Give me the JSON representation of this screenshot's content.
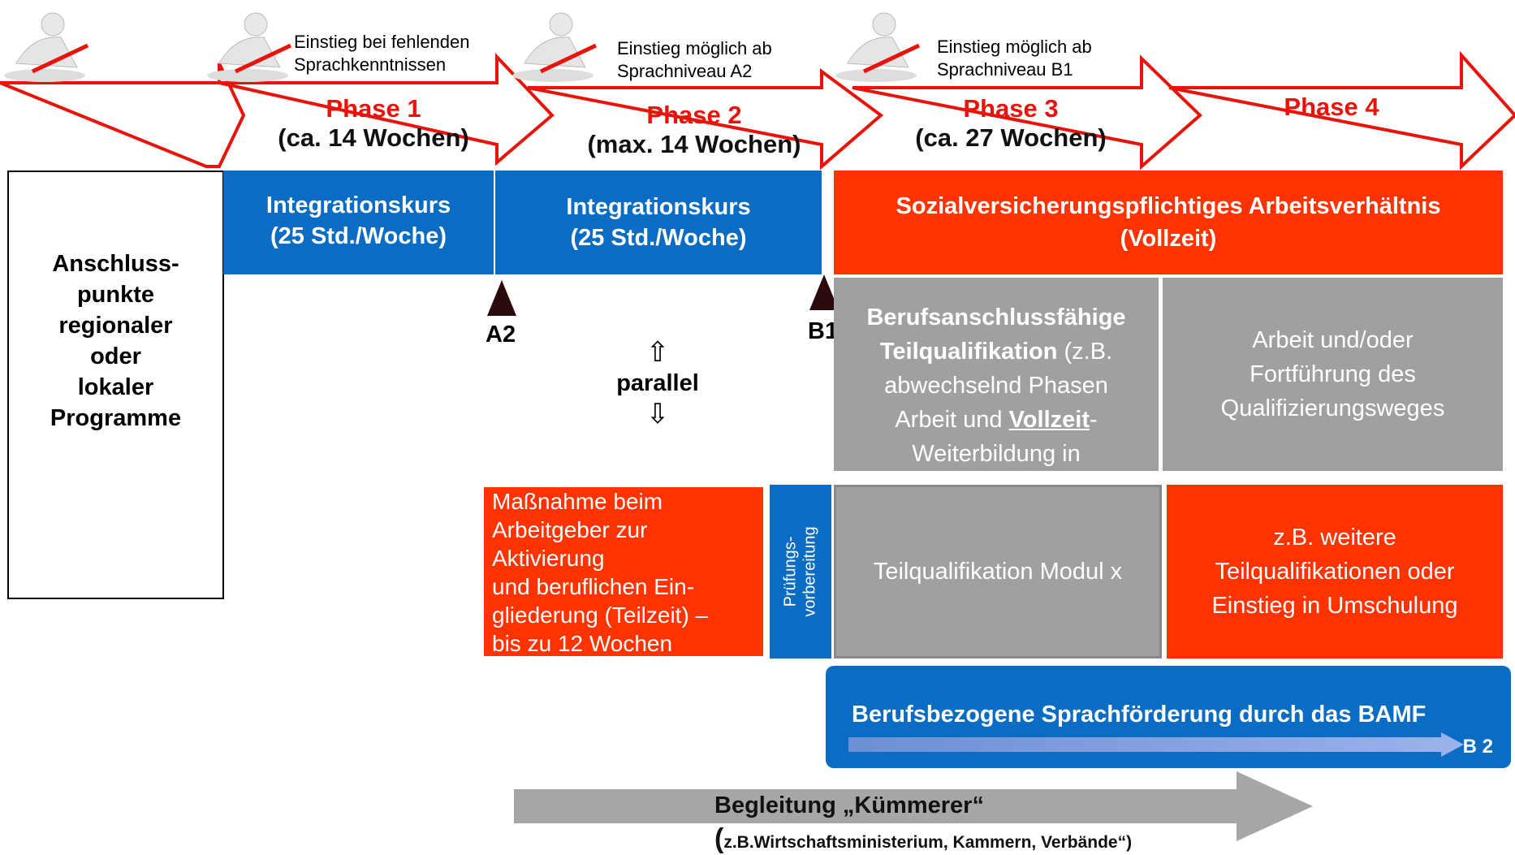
{
  "colors": {
    "accent_red": "#e8140a",
    "box_red": "#ff3300",
    "box_blue": "#0a6cc2",
    "box_grey": "#a0a0a0",
    "arrow_grey": "#a6a6a6"
  },
  "icons": [
    "runner-start-icon",
    "runner-start-icon",
    "runner-start-icon",
    "runner-start-icon"
  ],
  "notes": {
    "phase1_entry": "Einstieg bei fehlenden\nSprachkenntnissen",
    "phase2_entry": "Einstieg möglich ab\nSprachniveau A2",
    "phase3_entry": "Einstieg möglich ab\nSprachniveau B1"
  },
  "phases": [
    {
      "title": "Phase 1",
      "duration": "(ca. 14 Wochen)"
    },
    {
      "title": "Phase 2",
      "duration": "(max. 14 Wochen)"
    },
    {
      "title": "Phase 3",
      "duration": "(ca. 27 Wochen)"
    },
    {
      "title": "Phase 4",
      "duration": ""
    }
  ],
  "left_box": "Anschluss-\npunkte\nregionaler\noder\nlokaler\nProgramme",
  "integration1": "Integrationskurs\n(25 Std./Woche)",
  "integration2": "Integrationskurs\n(25 Std./Woche)",
  "markers": {
    "a2": "A2",
    "b1": "B1"
  },
  "parallel": {
    "label": "parallel",
    "up_icon": "⇧",
    "down_icon": "⇩"
  },
  "employment": "Sozialversicherungspflichtiges Arbeitsverhältnis\n(Vollzeit)",
  "teilqual": {
    "bold1": "Berufsanschlussfähige",
    "bold2": "Teilqualifikation",
    "rest1": " (z.B.",
    "line3": "abwechselnd Phasen",
    "line4_pre": "Arbeit und ",
    "line4_bold": "Vollzeit",
    "line4_post": "-",
    "line5": "Weiterbildung in"
  },
  "arbeit": "Arbeit und/oder\nFortführung des\nQualifizierungsweges",
  "massnahme": "Maßnahme beim\nArbeitgeber zur\nAktivierung\nund beruflichen Ein-\ngliederung (Teilzeit) –\nbis zu 12 Wochen",
  "pruefung": "Prüfungs-\nvorbereitung",
  "modul": "Teilqualifikation Modul x",
  "weitere": "z.B. weitere\nTeilqualifikationen oder\nEinstieg in Umschulung",
  "sprachfoerderung": {
    "title": "Berufsbezogene Sprachförderung durch das BAMF",
    "level": "B 2"
  },
  "begleitung": {
    "title": "Begleitung „Kümmerer“",
    "paren": "(",
    "sub": "z.B.Wirtschaftsministerium, Kammern, Verbände“)"
  }
}
